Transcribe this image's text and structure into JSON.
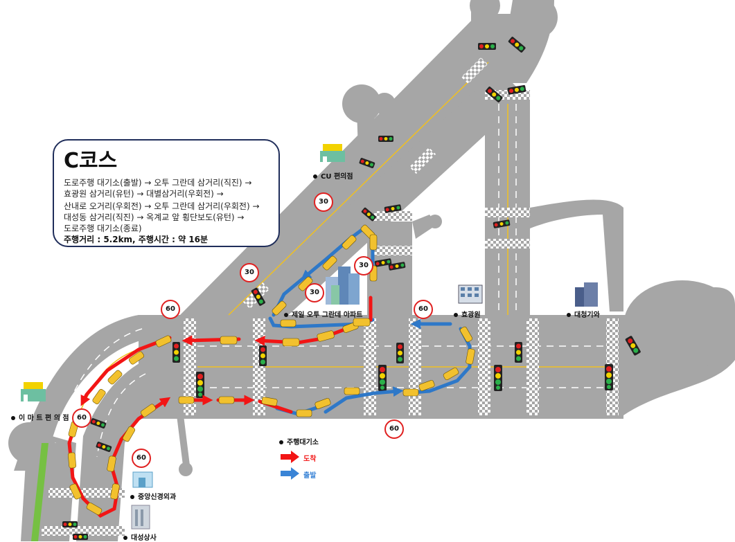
{
  "course": {
    "title": "C코스",
    "lines": [
      "도로주행 대기소(출발) → 오투 그란데 삼거리(직진) →",
      "효광원 삼거리(유턴) →  대별삼거리(우회전) →",
      "산내로 오거리(우회전) → 오투 그란데 삼거리(우회전) →",
      "대성동 삼거리(직진) → 옥계교 앞 횡단보도(유턴) →",
      "도로주행 대기소(종료)"
    ],
    "summary": "주행거리 : 5.2km, 주행시간 : 약 16분"
  },
  "landmarks": {
    "cu": "CU 편의점",
    "apt": "제일 오투 그란데 아파트",
    "hyogwangwon": "효광원",
    "daebyeol": "대청기와",
    "emart": "이 마 트 편 의 점",
    "hospital": "중앙신경외과",
    "daesung": "대성상사"
  },
  "speed_signs": [
    "30",
    "30",
    "30",
    "30",
    "60",
    "60",
    "60",
    "60",
    "60"
  ],
  "legend": {
    "waiting": "주행대기소",
    "arrive": "도착",
    "depart": "출발"
  },
  "colors": {
    "road": "#a6a6a6",
    "lane_line": "#ffffff",
    "center_line": "#f0c020",
    "arrive": "#f21515",
    "depart": "#2e78c8",
    "speed_ring": "#e02020",
    "car": "#f2c12e"
  }
}
